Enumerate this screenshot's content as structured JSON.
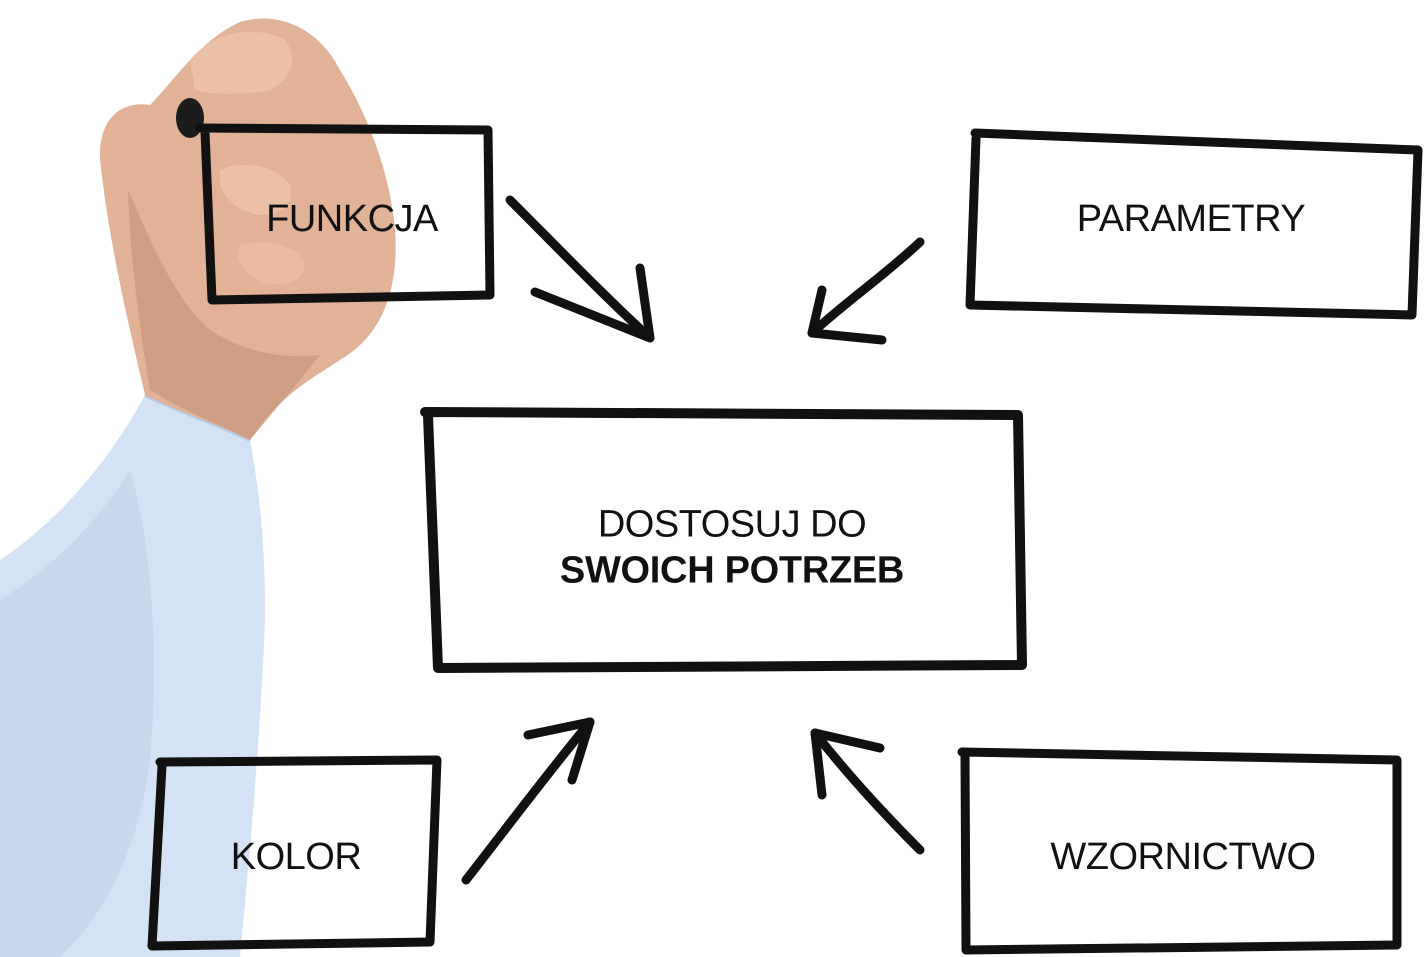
{
  "diagram": {
    "nodes": {
      "funkcja": "FUNKCJA",
      "parametry": "PARAMETRY",
      "kolor": "KOLOR",
      "wzornictwo": "WZORNICTWO"
    },
    "center": {
      "line1": "DOSTOSUJ DO",
      "line2": "SWOICH POTRZEB"
    },
    "edges": [
      {
        "from": "funkcja",
        "to": "center"
      },
      {
        "from": "parametry",
        "to": "center"
      },
      {
        "from": "kolor",
        "to": "center"
      },
      {
        "from": "wzornictwo",
        "to": "center"
      }
    ]
  },
  "colors": {
    "ink": "#111111",
    "background": "#ffffff",
    "skin": "#e2b296",
    "shirt": "#cfdff3"
  }
}
